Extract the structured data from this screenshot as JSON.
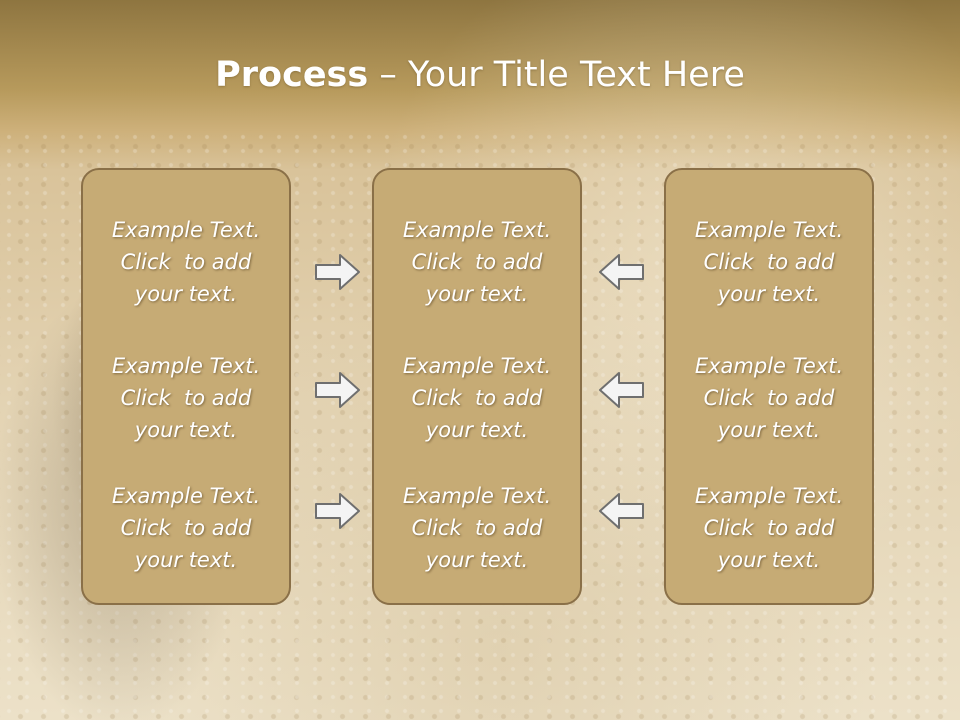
{
  "title": {
    "bold": "Process",
    "rest": " – Your Title Text Here"
  },
  "columns": [
    {
      "items": [
        {
          "line1": "Example Text.",
          "line2": "Click  to add",
          "line3": "your text."
        },
        {
          "line1": "Example Text.",
          "line2": "Click  to add",
          "line3": "your text."
        },
        {
          "line1": "Example Text.",
          "line2": "Click  to add",
          "line3": "your text."
        }
      ]
    },
    {
      "items": [
        {
          "line1": "Example Text.",
          "line2": "Click  to add",
          "line3": "your text."
        },
        {
          "line1": "Example Text.",
          "line2": "Click  to add",
          "line3": "your text."
        },
        {
          "line1": "Example Text.",
          "line2": "Click  to add",
          "line3": "your text."
        }
      ]
    },
    {
      "items": [
        {
          "line1": "Example Text.",
          "line2": "Click  to add",
          "line3": "your text."
        },
        {
          "line1": "Example Text.",
          "line2": "Click  to add",
          "line3": "your text."
        },
        {
          "line1": "Example Text.",
          "line2": "Click  to add",
          "line3": "your text."
        }
      ]
    }
  ],
  "arrows": {
    "left_group": {
      "direction": "right",
      "icon": "arrow-right-icon"
    },
    "right_group": {
      "direction": "left",
      "icon": "arrow-left-icon"
    }
  },
  "colors": {
    "box_fill": "#c6ab75",
    "box_border": "#8a7048",
    "text": "#ffffff",
    "arrow_fill": "#f4f4f4",
    "arrow_stroke": "#6f6f6f"
  }
}
